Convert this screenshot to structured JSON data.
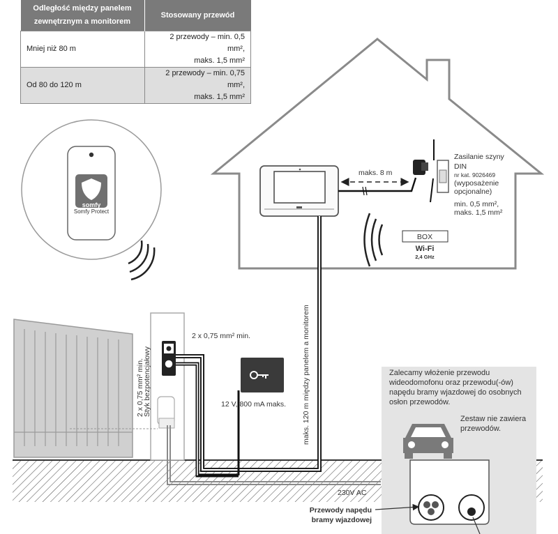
{
  "table": {
    "headers": [
      "Odległość między panelem zewnętrznym a monitorem",
      "Stosowany przewód"
    ],
    "rows": [
      {
        "distance": "Mniej niż 80 m",
        "cable_line1": "2 przewody – min. 0,5 mm²,",
        "cable_line2": "maks. 1,5 mm²"
      },
      {
        "distance": "Od 80 do 120 m",
        "cable_line1": "2 przewody – min. 0,75 mm²,",
        "cable_line2": "maks. 1,5 mm²"
      }
    ]
  },
  "phone": {
    "brand": "somfy",
    "app": "Somfy Protect"
  },
  "labels": {
    "max_8m": "maks. 8 m",
    "din_title1": "Zasilanie szyny",
    "din_title2": "DIN",
    "din_cat": "nr kat. 9026469",
    "din_optional1": "(wyposażenie",
    "din_optional2": "opcjonalne)",
    "din_cable1": "min. 0,5 mm²,",
    "din_cable2": "maks. 1,5 mm²",
    "box": "BOX",
    "wifi": "Wi-Fi",
    "wifi_freq": "2,4 GHz",
    "gate_cable": "2 x 0,75 mm² min.",
    "lock_power": "12 V, 800 mA maks.",
    "vertical_cable": "maks. 120 m między panelem a monitorem",
    "pillar_line1": "2 x 0,75 mm² min.",
    "pillar_line2": "Styk bezpotencjałowy",
    "ac": "230V AC",
    "rec_line1": "Zalecamy włożenie przewodu",
    "rec_line2": "wideodomofonu oraz przewodu(-ów)",
    "rec_line3": "napędu bramy wjazdowej do osobnych",
    "rec_line4": "osłon przewodów.",
    "kit_line1": "Zestaw nie zawiera",
    "kit_line2": "przewodów.",
    "gate_motor_line1": "Przewody napędu",
    "gate_motor_line2": "bramy wjazdowej"
  },
  "colors": {
    "house": "#8a8a8a",
    "grey_bg": "#e4e4e4",
    "gate": "#cfcfcf",
    "table_header": "#7a7a7a"
  }
}
